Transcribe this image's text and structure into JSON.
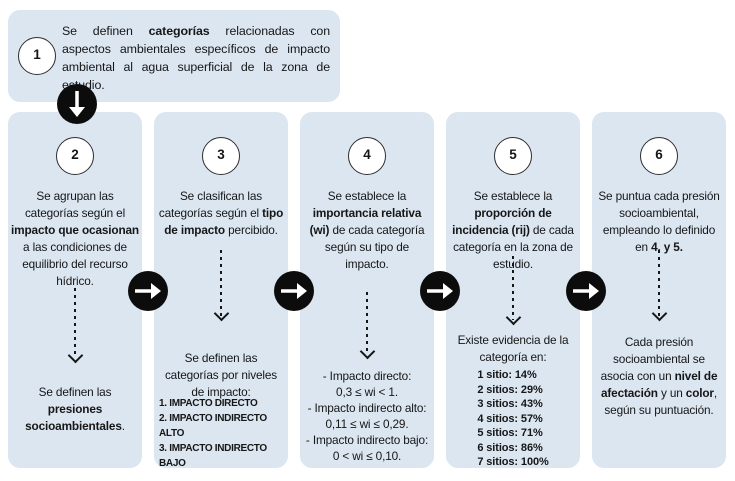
{
  "colors": {
    "box_fill": "#dce6f1",
    "text": "#161616",
    "circle_border": "#2f2f2f",
    "arrow_black": "#0c0c0c",
    "arrow_white": "#ffffff"
  },
  "intro": {
    "number": "1",
    "text": [
      {
        "t": "Se definen ",
        "b": false
      },
      {
        "t": "categorías",
        "b": true
      },
      {
        "t": " relacionadas con aspectos ambientales específicos de impacto ambiental al agua superficial de la zona de estudio.",
        "b": false
      }
    ]
  },
  "steps": [
    {
      "number": "2",
      "top": [
        {
          "t": "Se agrupan las categorías según el ",
          "b": false
        },
        {
          "t": "impacto que ocasionan",
          "b": true
        },
        {
          "t": " a las condiciones de equilibrio del recurso hídrico.",
          "b": false
        }
      ],
      "bottom": [
        {
          "t": "Se definen las ",
          "b": false
        },
        {
          "t": "presiones socioambientales",
          "b": true
        },
        {
          "t": ".",
          "b": false
        }
      ]
    },
    {
      "number": "3",
      "top": [
        {
          "t": "Se clasifican las categorías según el ",
          "b": false
        },
        {
          "t": "tipo de impacto",
          "b": true
        },
        {
          "t": " percibido.",
          "b": false
        }
      ],
      "bottom": [
        {
          "t": "Se definen las categorías por niveles de impacto:",
          "b": false
        }
      ],
      "impact_levels": [
        "1. IMPACTO DIRECTO",
        "2. IMPACTO INDIRECTO ALTO",
        "3. IMPACTO INDIRECTO BAJO"
      ]
    },
    {
      "number": "4",
      "top": [
        {
          "t": "Se establece la ",
          "b": false
        },
        {
          "t": "importancia relativa (wi)",
          "b": true
        },
        {
          "t": " de cada categoría según su tipo de impacto.",
          "b": false
        }
      ],
      "weight_ranges": [
        "- Impacto directo:",
        "0,3 ≤ wi < 1.",
        "- Impacto indirecto alto:",
        "0,11 ≤ wi ≤ 0,29.",
        "- Impacto indirecto bajo:",
        "0 < wi ≤ 0,10."
      ]
    },
    {
      "number": "5",
      "top": [
        {
          "t": "Se establece la ",
          "b": false
        },
        {
          "t": "proporción de incidencia (rij)",
          "b": true
        },
        {
          "t": " de cada categoría en la zona de estudio.",
          "b": false
        }
      ],
      "bottom": [
        {
          "t": "Existe evidencia de la categoría en:",
          "b": false
        }
      ],
      "evidence": [
        "1 sitio: 14%",
        "2 sitios: 29%",
        "3 sitios: 43%",
        "4 sitios: 57%",
        "5 sitios: 71%",
        "6 sitios: 86%",
        "7 sitios: 100%"
      ]
    },
    {
      "number": "6",
      "top": [
        {
          "t": "Se puntua cada presión socioambiental, empleando lo definido en ",
          "b": false
        },
        {
          "t": "4. y 5.",
          "b": true
        }
      ],
      "bottom": [
        {
          "t": "Cada presión socioambiental se asocia con un ",
          "b": false
        },
        {
          "t": "nivel de afectación",
          "b": true
        },
        {
          "t": " y un ",
          "b": false
        },
        {
          "t": "color",
          "b": true
        },
        {
          "t": ", según su puntuación.",
          "b": false
        }
      ]
    }
  ]
}
